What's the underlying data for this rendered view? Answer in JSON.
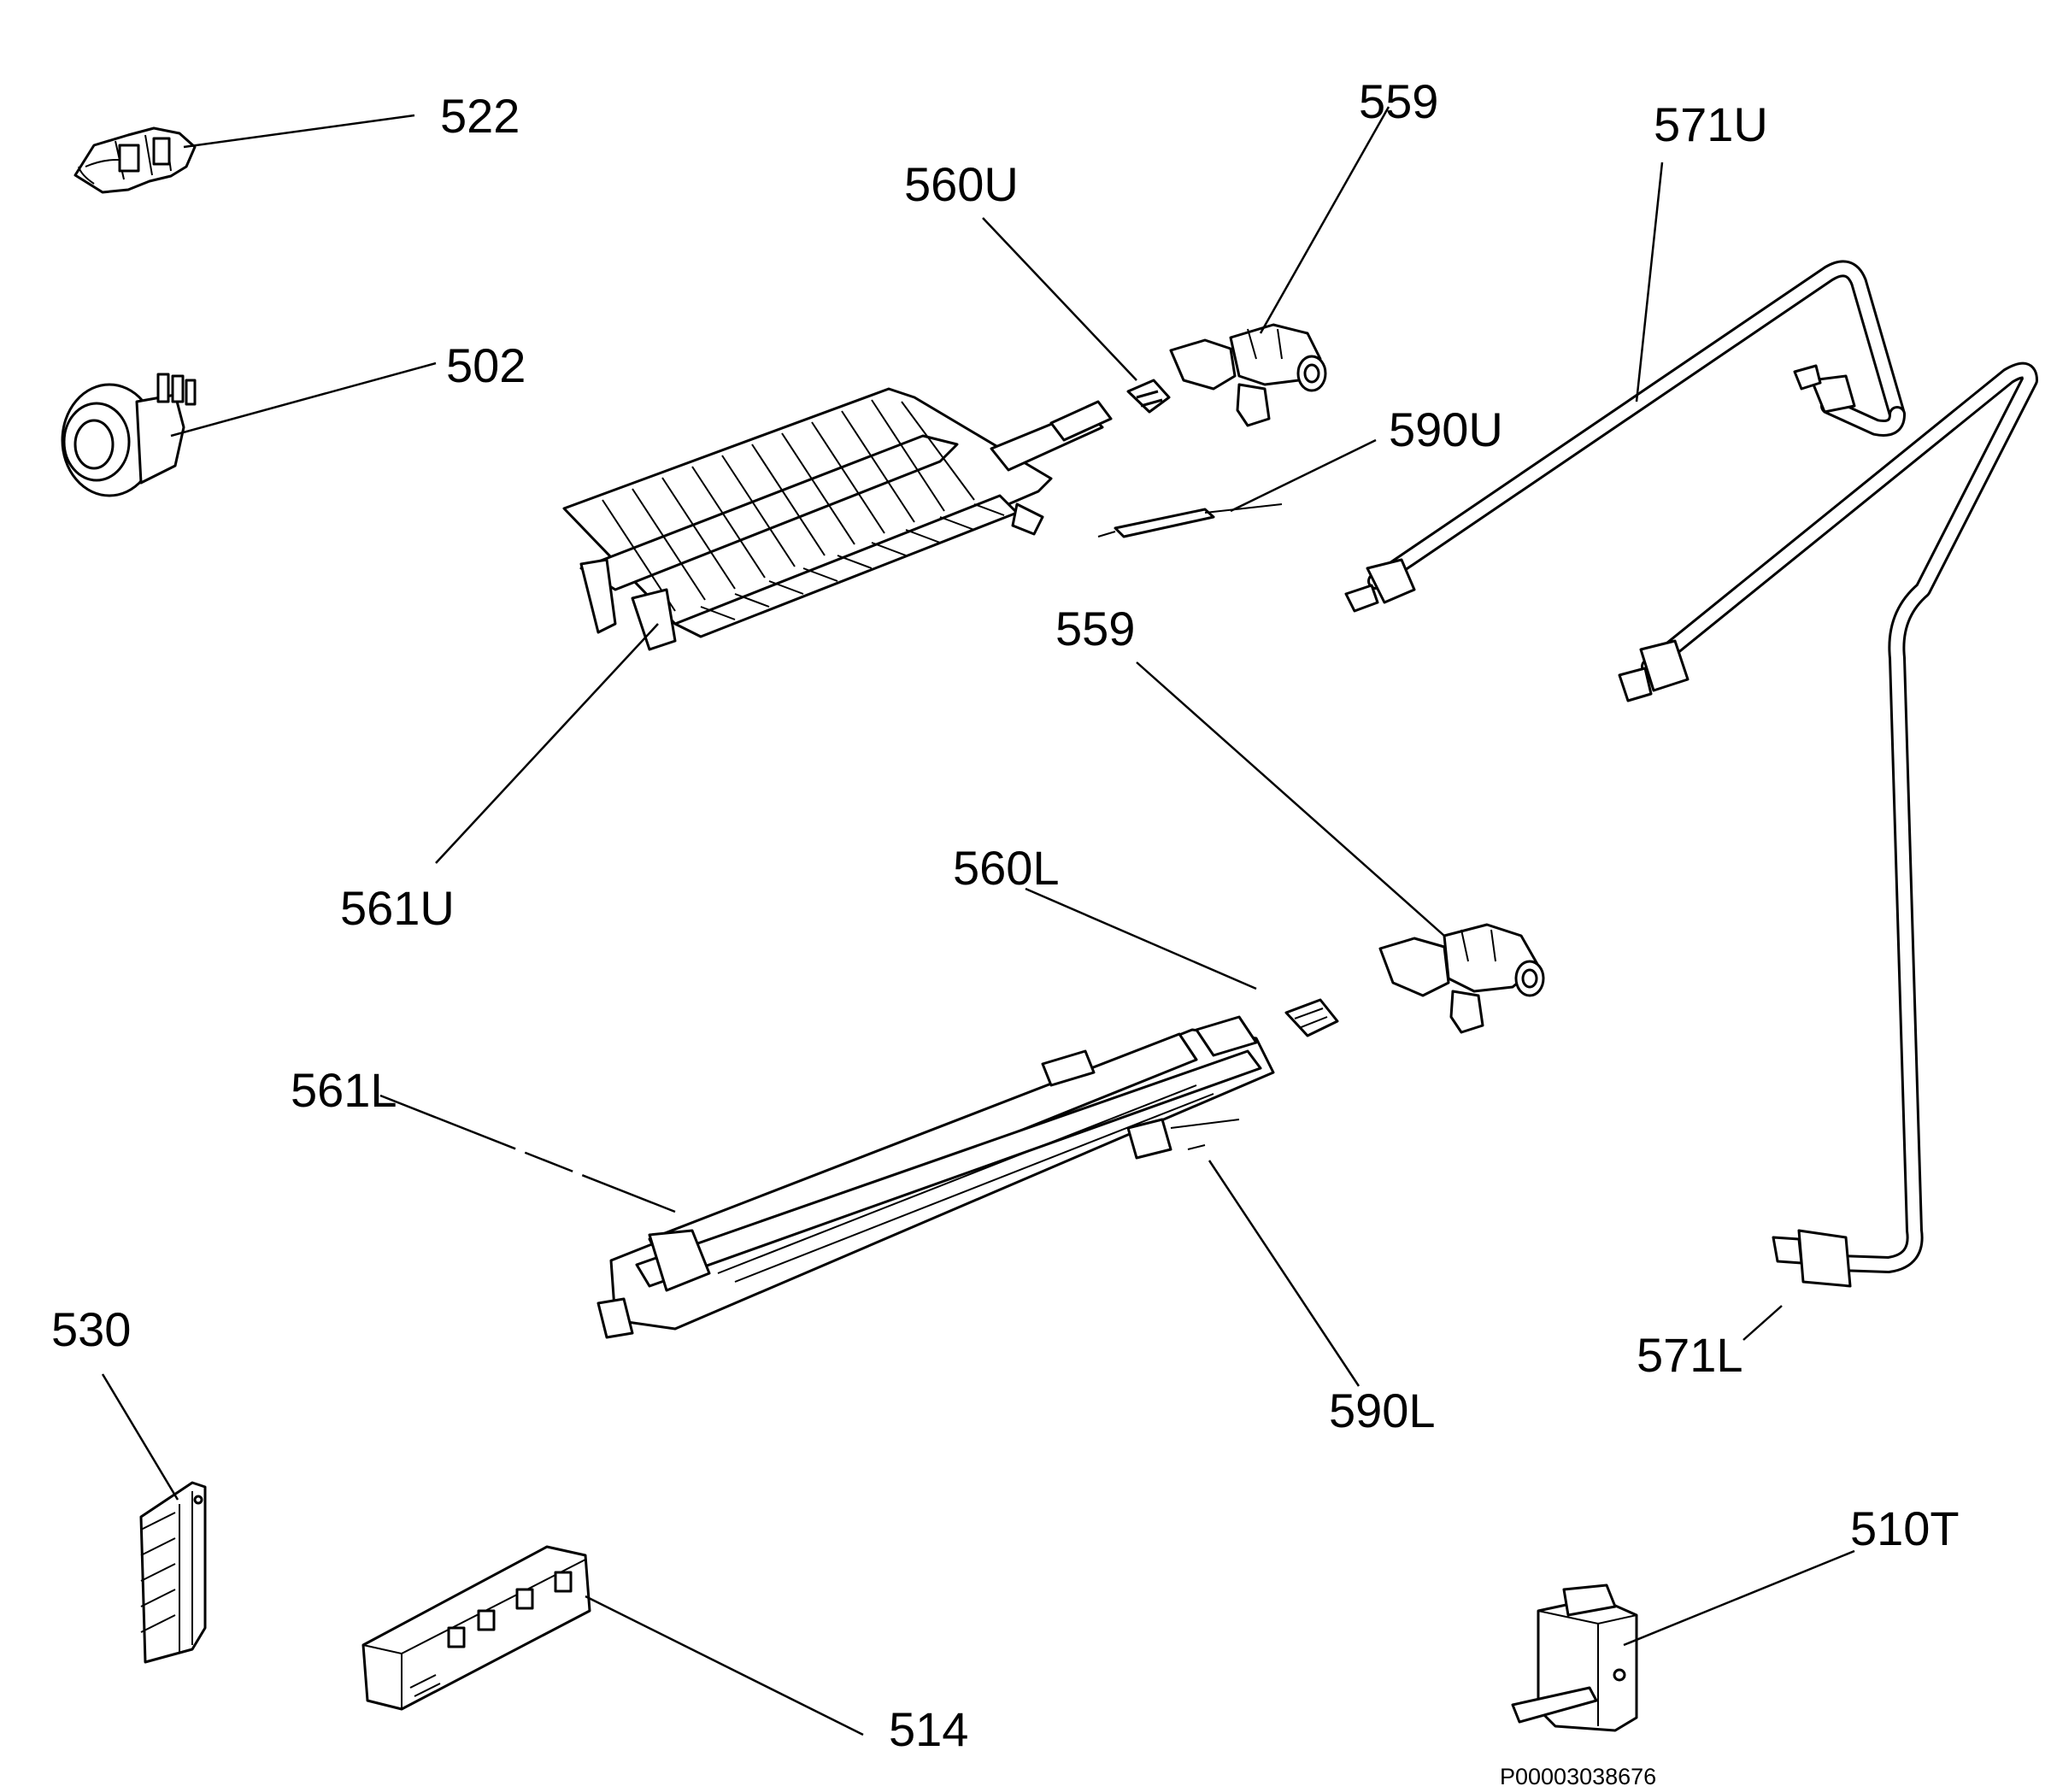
{
  "labels": {
    "l522": "522",
    "l502": "502",
    "l559a": "559",
    "l560u": "560U",
    "l571u": "571U",
    "l590u": "590U",
    "l559b": "559",
    "l561u": "561U",
    "l560l": "560L",
    "l561l": "561L",
    "l530": "530",
    "l590l": "590L",
    "l571l": "571L",
    "l510t": "510T",
    "l514": "514"
  },
  "diagram_code": "P00003038676"
}
